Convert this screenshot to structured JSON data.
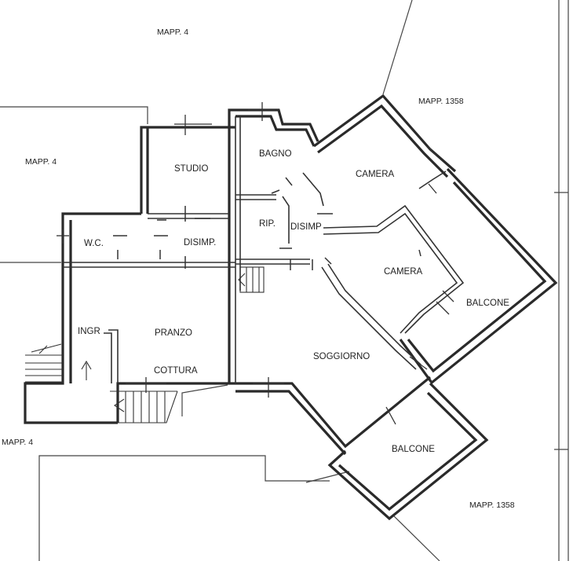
{
  "parcels": {
    "mapp4_top": "MAPP. 4",
    "mapp4_left": "MAPP. 4",
    "mapp4_bottom": "MAPP. 4",
    "mapp1358_top": "MAPP. 1358",
    "mapp1358_bottom": "MAPP. 1358"
  },
  "rooms": {
    "studio": "STUDIO",
    "bagno": "BAGNO",
    "camera_1": "CAMERA",
    "camera_2": "CAMERA",
    "rip": "RIP.",
    "disimp_1": "DISIMP",
    "disimp_2": "DISIMP.",
    "wc": "W.C.",
    "pranzo": "PRANZO",
    "ingr": "INGR",
    "cottura": "COTTURA",
    "soggiorno": "SOGGIORNO",
    "balcone_1": "BALCONE",
    "balcone_2": "BALCONE"
  }
}
